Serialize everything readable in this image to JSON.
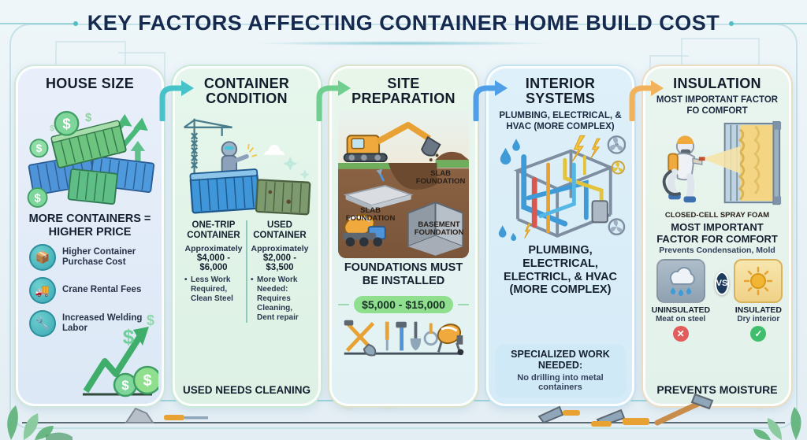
{
  "page": {
    "title": "KEY FACTORS AFFECTING CONTAINER HOME BUILD COST"
  },
  "icons": {
    "dollar": "$",
    "check": "✓",
    "cross": "✕"
  },
  "colors": {
    "title_navy": "#152a4e",
    "teal_accent": "#3bb3bd",
    "green_accent": "#58bd7e",
    "blue_accent": "#4e9fe8",
    "orange_accent": "#f2a854",
    "price_pill_green": "#8fdf8f",
    "vs_badge_navy": "#1d3a5f",
    "bad_red": "#e25c5c",
    "good_green": "#3fbf6e"
  },
  "panels": {
    "house_size": {
      "title": "HOUSE SIZE",
      "statement": "MORE CONTAINERS = HIGHER PRICE",
      "items": [
        {
          "icon": "container-purchase-icon",
          "label": "Higher Container Purchase Cost"
        },
        {
          "icon": "crane-truck-icon",
          "label": "Crane Rental Fees"
        },
        {
          "icon": "welding-tool-icon",
          "label": "Increased Welding Labor"
        }
      ]
    },
    "container_condition": {
      "title": "CONTAINER CONDITION",
      "columns": [
        {
          "heading": "ONE-TRIP CONTAINER",
          "price_label": "Approximately",
          "price": "$4,000 - $6,000",
          "note": "Less Work Required, Clean Steel"
        },
        {
          "heading": "USED CONTAINER",
          "price_label": "Approximately",
          "price": "$2,000 - $3,500",
          "note": "More Work Needed: Requires Cleaning, Dent repair"
        }
      ],
      "footer": "USED NEEDS CLEANING"
    },
    "site_preparation": {
      "title": "SITE PREPARATION",
      "label_slab_right": "SLAB FOUNDATION",
      "label_slab_left": "SLAB FOUNDATION",
      "label_basement": "BASEMENT FOUNDATION",
      "statement": "FOUNDATIONS MUST BE INSTALLED",
      "price_range": "$5,000 - $15,000"
    },
    "interior_systems": {
      "title": "INTERIOR SYSTEMS",
      "subtitle": "PLUMBING, ELECTRICAL, & HVAC (MORE COMPLEX)",
      "statement": "PLUMBING, ELECTRICAL, ELECTRICL, & HVAC (MORE COMPLEX)",
      "footer_heading": "SPECIALIZED WORK NEEDED:",
      "footer_note": "No drilling into metal containers"
    },
    "insulation": {
      "title": "INSULATION",
      "subtitle": "MOST IMPORTANT FACTOR FO COMFORT",
      "foam_label": "CLOSED-CELL SPRAY FOAM",
      "statement": "MOST IMPORTANT FACTOR FOR COMFORT",
      "substatement": "Prevents Condensation, Mold",
      "vs": "VS",
      "compare": [
        {
          "heading": "UNINSULATED",
          "note": "Meat on steel"
        },
        {
          "heading": "INSULATED",
          "note": "Dry interior"
        }
      ],
      "footer": "PREVENTS MOISTURE"
    }
  }
}
